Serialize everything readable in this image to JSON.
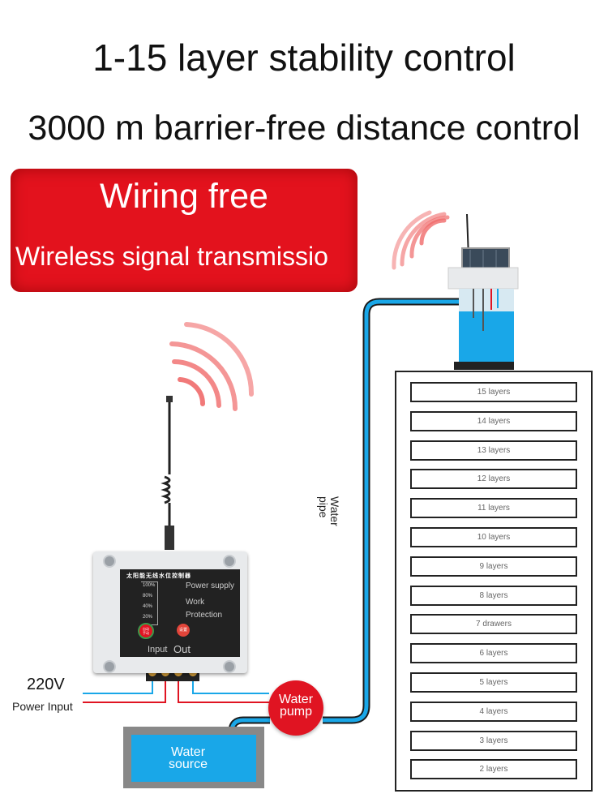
{
  "headline": {
    "line1": "1-15 layer stability control",
    "line2": "3000 m barrier-free distance control"
  },
  "banner": {
    "title": "Wiring free",
    "subtitle": "Wireless signal transmissio"
  },
  "building": {
    "floors": [
      "15 layers",
      "14 layers",
      "13 layers",
      "12 layers",
      "11 layers",
      "10 layers",
      "9 layers",
      "8 layers",
      "7 drawers",
      "6 layers",
      "5 layers",
      "4 layers",
      "3 layers",
      "2 layers"
    ]
  },
  "controller": {
    "label_cn": "太阳能无线水位控制器",
    "levels": [
      "100%",
      "80%",
      "40%",
      "20%"
    ],
    "power_supply": "Power supply",
    "work": "Work",
    "protection": "Protection",
    "button_auto": "自动",
    "button_auto2": "手动",
    "button_set": "设置",
    "input": "Input",
    "out": "Out"
  },
  "power": {
    "voltage": "220V",
    "label": "Power Input"
  },
  "pump": {
    "line1": "Water",
    "line2": "pump"
  },
  "source": {
    "line1": "Water",
    "line2": "source"
  },
  "pipe": {
    "line1": "Water",
    "line2": "pipe"
  },
  "colors": {
    "banner_red": "#e3121d",
    "water_blue": "#19a7e8",
    "pump_red": "#e01422",
    "signal_red": "#f06a6a",
    "wire_red": "#e01422",
    "wire_blue": "#19a7e8"
  }
}
